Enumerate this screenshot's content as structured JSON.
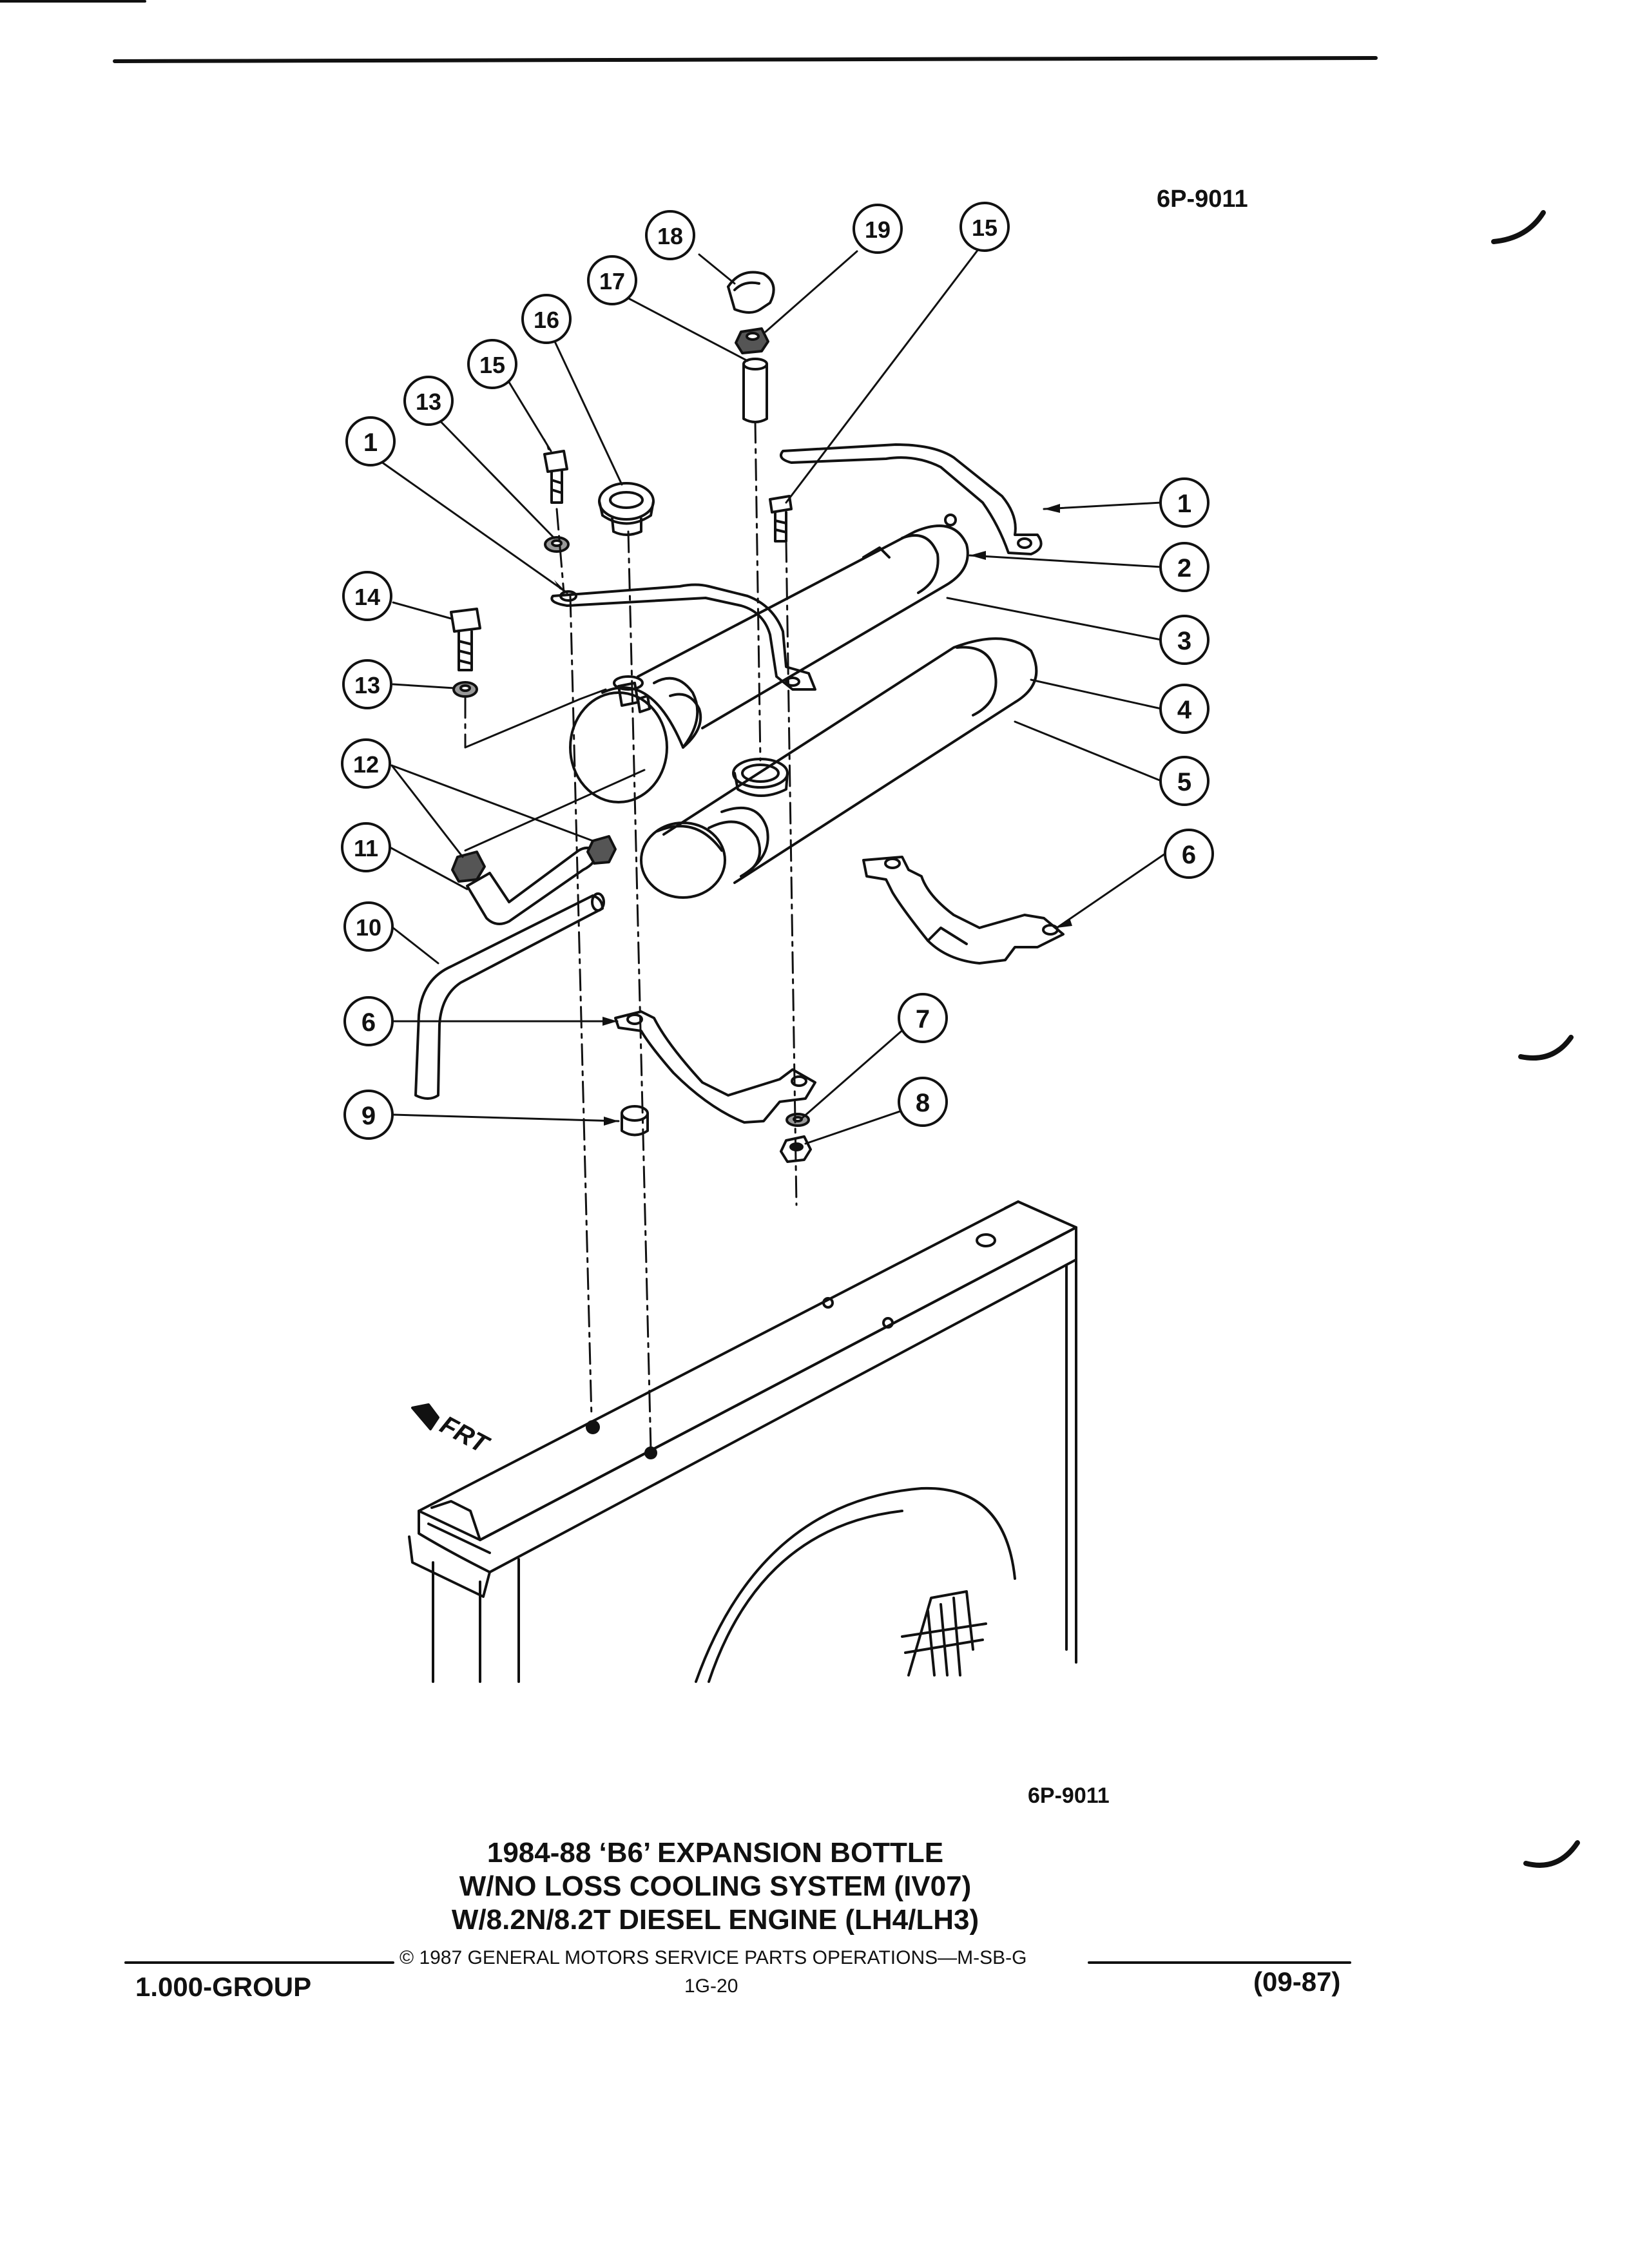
{
  "figure_id_top": "6P-9011",
  "figure_id_bottom": "6P-9011",
  "front_label": "FRT",
  "caption": {
    "line1": "1984-88 ‘B6’ EXPANSION BOTTLE",
    "line2": "W/NO LOSS COOLING SYSTEM (IV07)",
    "line3": "W/8.2N/8.2T DIESEL ENGINE (LH4/LH3)"
  },
  "footer": {
    "copyright": "© 1987 GENERAL MOTORS SERVICE PARTS OPERATIONS—M-SB-G",
    "page": "1G-20",
    "group": "1.000-GROUP",
    "date": "(09-87)"
  },
  "callouts": [
    "1",
    "2",
    "3",
    "4",
    "5",
    "6",
    "7",
    "8",
    "9",
    "10",
    "11",
    "12",
    "13",
    "14",
    "15",
    "16",
    "17",
    "18",
    "19"
  ]
}
